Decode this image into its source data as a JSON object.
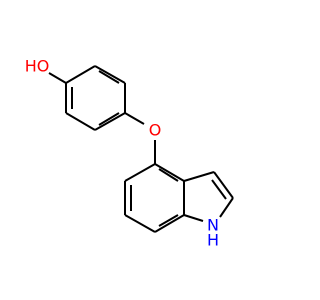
{
  "molecule": {
    "atoms": {
      "hydroxyl": {
        "label": "HO",
        "color": "#ff0000"
      },
      "ether_oxygen": {
        "label": "O",
        "color": "#ff0000"
      },
      "indole_nh": {
        "label": "NH",
        "n_label": "N",
        "h_label": "H",
        "color": "#0000ff"
      }
    },
    "bond_color": "#000000",
    "background": "#ffffff"
  }
}
